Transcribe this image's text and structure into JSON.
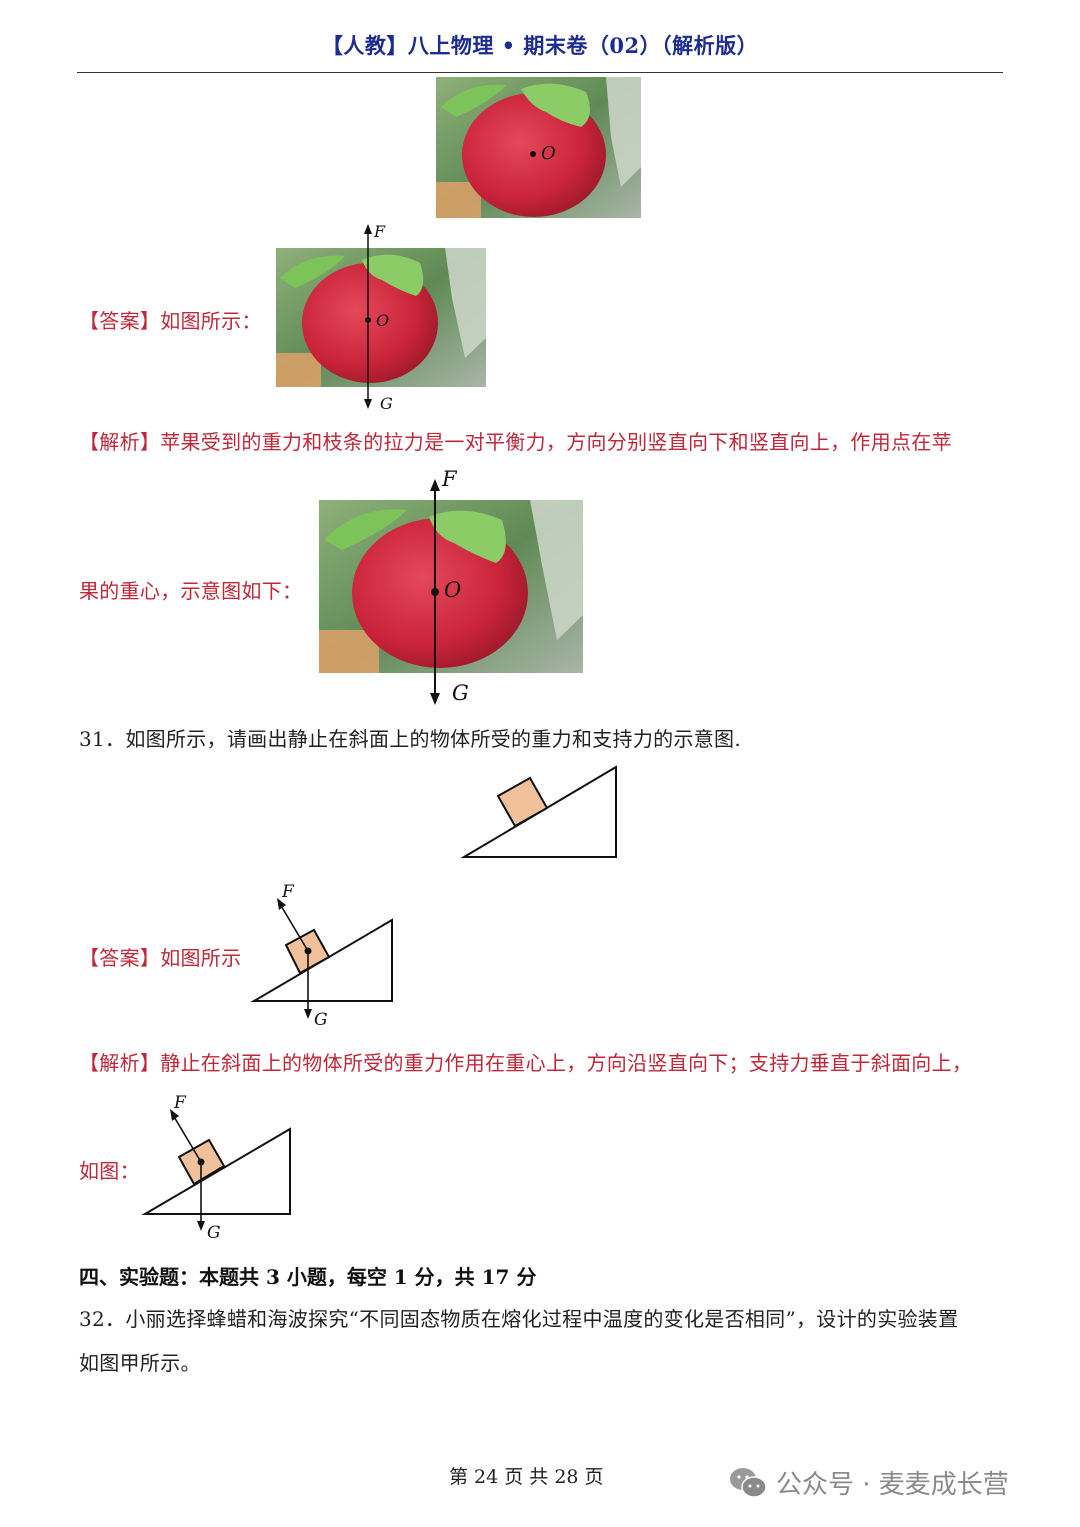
{
  "header": {
    "title": "【人教】八上物理 • 期末卷（02）（解析版）"
  },
  "q30": {
    "figure_point_label": "O",
    "answer": {
      "tag": "【答案】",
      "text": "如图所示：",
      "labels": {
        "up": "F",
        "center": "O",
        "down": "G"
      }
    },
    "analysis": {
      "tag": "【解析】",
      "line1": "苹果受到的重力和枝条的拉力是一对平衡力，方向分别竖直向下和竖直向上，作用点在苹",
      "line2": "果的重心，示意图如下：",
      "labels": {
        "up": "F",
        "center": "O",
        "down": "G"
      }
    }
  },
  "q31": {
    "number": "31．",
    "prompt": "如图所示，请画出静止在斜面上的物体所受的重力和支持力的示意图.",
    "answer": {
      "tag": "【答案】",
      "text": "如图所示",
      "labels": {
        "support": "F",
        "gravity": "G"
      }
    },
    "analysis": {
      "tag": "【解析】",
      "line1": "静止在斜面上的物体所受的重力作用在重心上，方向沿竖直向下；支持力垂直于斜面向上，",
      "line2": "如图：",
      "labels": {
        "support": "F",
        "gravity": "G"
      }
    }
  },
  "section4": {
    "heading": "四、实验题：本题共 3 小题，每空 1 分，共 17 分"
  },
  "q32": {
    "number": "32．",
    "line1": "小丽选择蜂蜡和海波探究“不同固态物质在熔化过程中温度的变化是否相同”，设计的实验装置",
    "line2": "如图甲所示。"
  },
  "footer": {
    "page_text": "第 24 页 共 28 页",
    "watermark": "公众号 · 麦麦成长营"
  },
  "colors": {
    "title_blue": "#1d2c8f",
    "answer_red": "#c0283a",
    "block_fill": "#f0c19a",
    "apple_red": "#d02a3f"
  }
}
